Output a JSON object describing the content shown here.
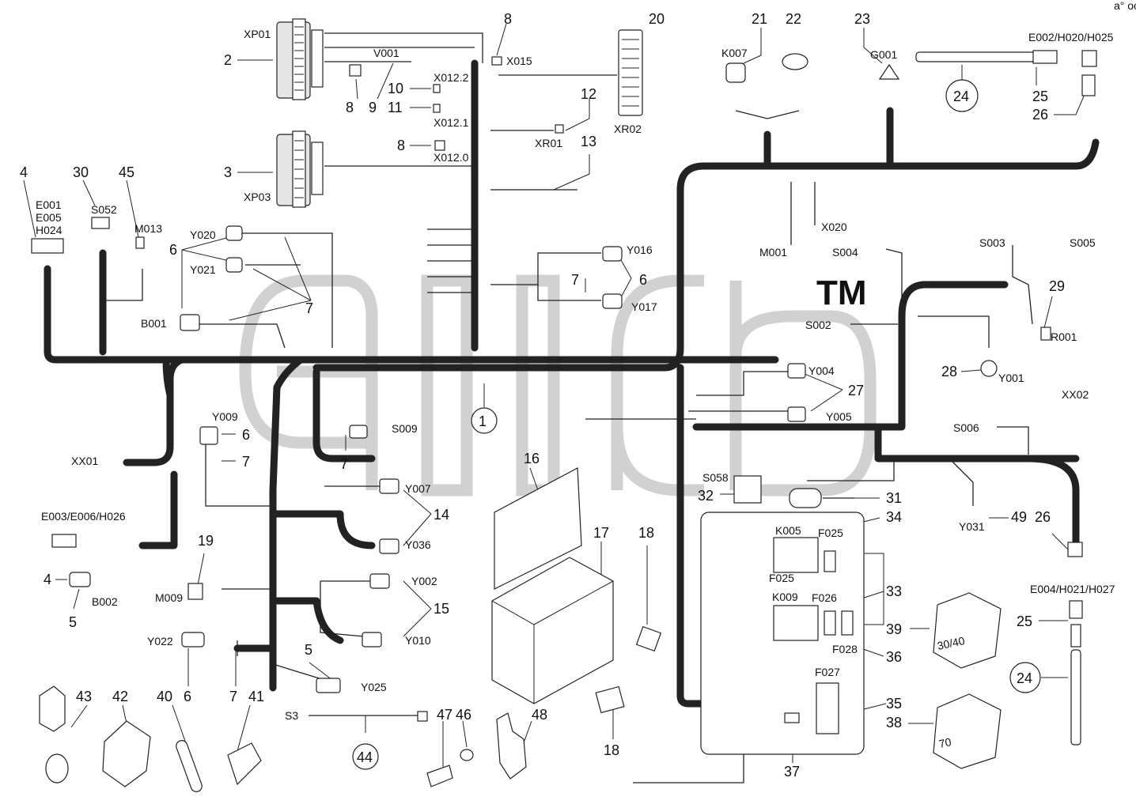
{
  "watermark": {
    "text": "alldata",
    "tm": "TM"
  },
  "corner_mark": "a° ooo",
  "connectors": {
    "xp01": "XP01",
    "xp03": "XP03",
    "xr02": "XR02",
    "xr01": "XR01",
    "x015": "X015",
    "x012_2": "X012.2",
    "x012_1": "X012.1",
    "x012_0": "X012.0",
    "v001": "V001",
    "k007": "K007",
    "g001": "G001",
    "e002_h020_h025": "E002/H020/H025",
    "e001": "E001",
    "e005": "E005",
    "h024": "H024",
    "s052": "S052",
    "m013": "M013",
    "y020": "Y020",
    "y021": "Y021",
    "b001": "B001",
    "y016": "Y016",
    "y017": "Y017",
    "x020": "X020",
    "m001": "M001",
    "s004": "S004",
    "s003": "S003",
    "s005": "S005",
    "s002": "S002",
    "r001": "R001",
    "y001": "Y001",
    "y004": "Y004",
    "y005": "Y005",
    "xx02": "XX02",
    "s006": "S006",
    "s009": "S009",
    "y009": "Y009",
    "xx01": "XX01",
    "y007": "Y007",
    "y036": "Y036",
    "s058": "S058",
    "k005": "K005",
    "f025": "F025",
    "f025b": "F025",
    "k009": "K009",
    "f026": "F026",
    "f028": "F028",
    "f027": "F027",
    "y031": "Y031",
    "e004_h021_h027": "E004/H021/H027",
    "e003_e006_h026": "E003/E006/H026",
    "b002": "B002",
    "m009": "M009",
    "y002": "Y002",
    "y010": "Y010",
    "y022": "Y022",
    "y025": "Y025",
    "s3": "S3"
  },
  "callouts": {
    "n8a": "8",
    "n20": "20",
    "n21": "21",
    "n22": "22",
    "n23": "23",
    "n2": "2",
    "n8b": "8",
    "n9": "9",
    "n10": "10",
    "n11": "11",
    "n12": "12",
    "n8c": "8",
    "n13": "13",
    "n3": "3",
    "n24a": "24",
    "n25a": "25",
    "n26a": "26",
    "n4a": "4",
    "n30": "30",
    "n45": "45",
    "n6a": "6",
    "n7a": "7",
    "n7b": "7",
    "n6b": "6",
    "n29": "29",
    "n28": "28",
    "n27": "27",
    "n1": "1",
    "n7c": "7",
    "n6c": "6",
    "n7d": "7",
    "n16": "16",
    "n14": "14",
    "n32": "32",
    "n31": "31",
    "n34": "34",
    "n49": "49",
    "n26b": "26",
    "n19": "19",
    "n4b": "4",
    "n5a": "5",
    "n17": "17",
    "n18a": "18",
    "n33": "33",
    "n39": "39",
    "n36": "36",
    "n15": "15",
    "n25b": "25",
    "n24b": "24",
    "n6d": "6",
    "n7e": "7",
    "n41": "41",
    "n5b": "5",
    "n35": "35",
    "n38": "38",
    "n43": "43",
    "n42": "42",
    "n40": "40",
    "n47": "47",
    "n46": "46",
    "n48": "48",
    "n44": "44",
    "n18b": "18",
    "n37": "37"
  },
  "relays": {
    "r30_40": "30/40",
    "r70": "70"
  }
}
